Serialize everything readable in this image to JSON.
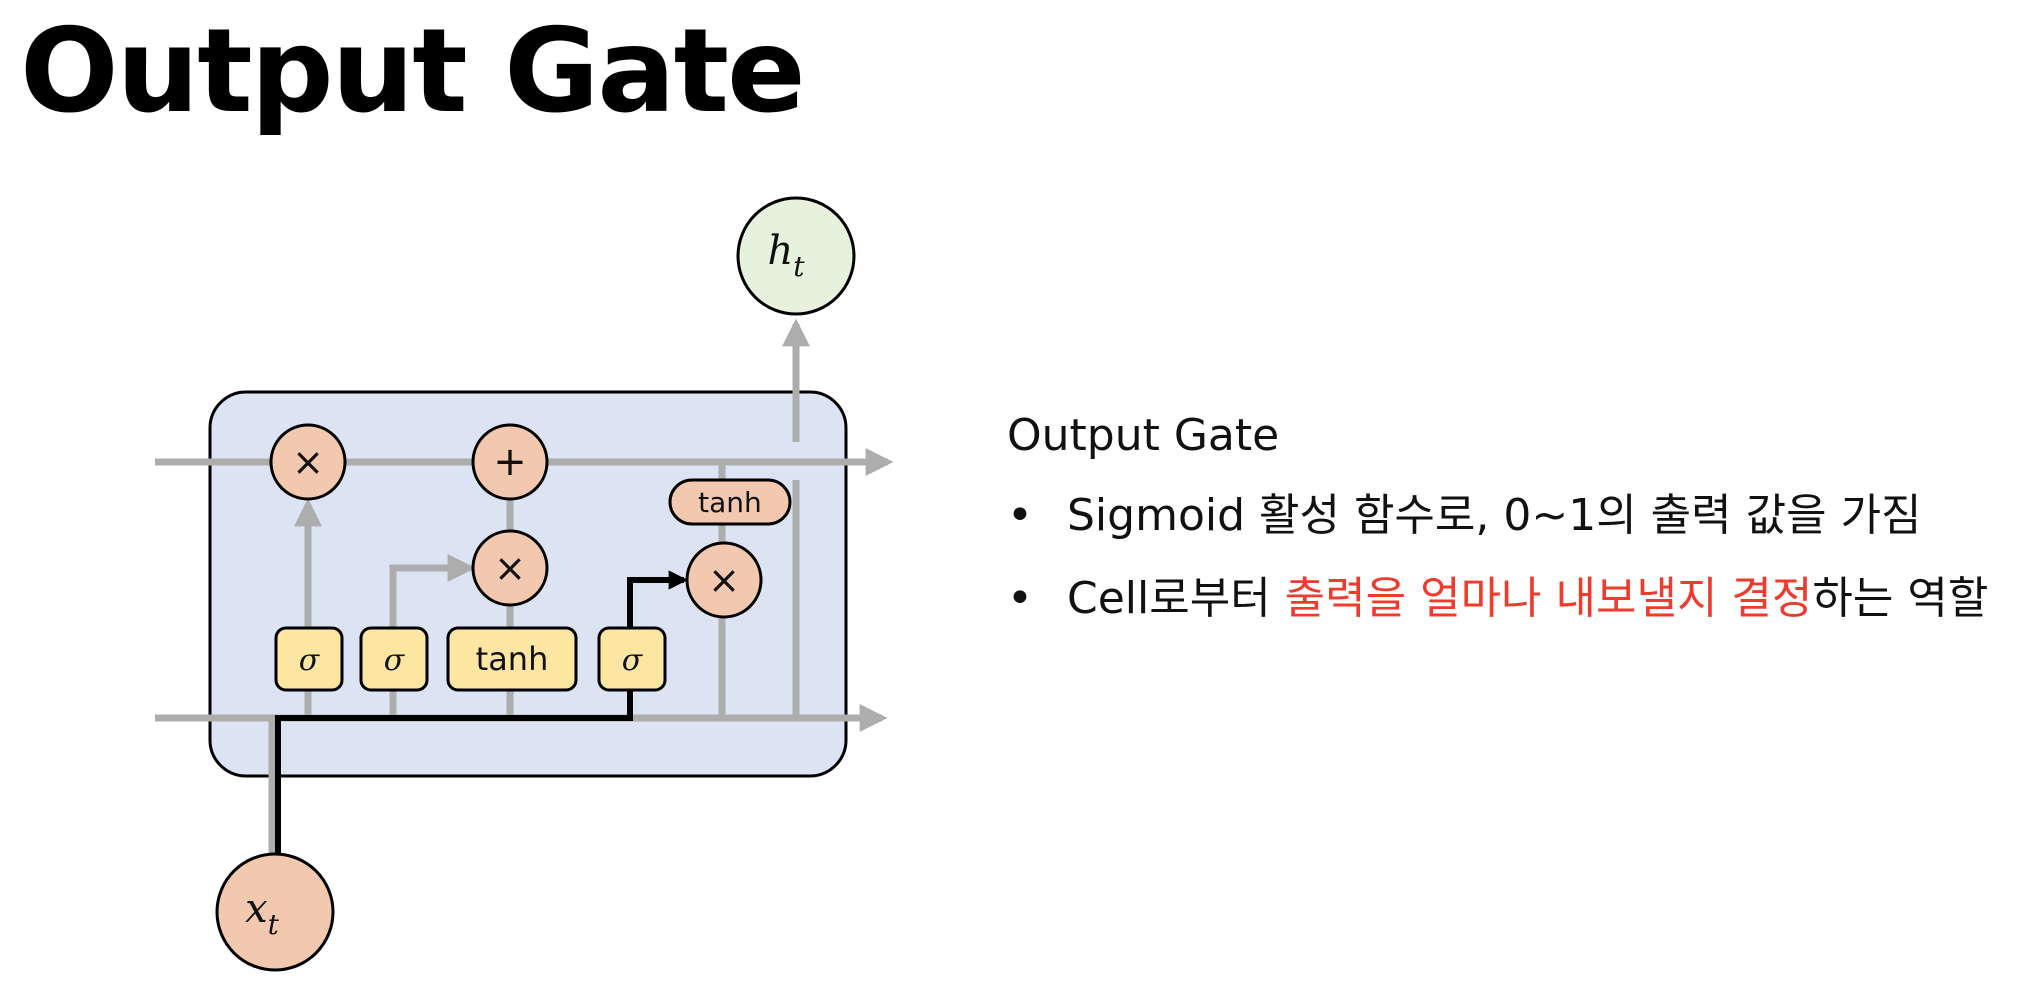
{
  "title": "Output Gate",
  "diagram": {
    "multiply_symbol": "×",
    "add_symbol": "+",
    "sigma_symbol": "σ",
    "tanh_label": "tanh",
    "input_label": "x",
    "input_subscript": "t",
    "output_label": "h",
    "output_subscript": "t",
    "colors": {
      "cell": "#dce3f2",
      "op_node": "#f2c8ae",
      "gate_box": "#fde6a1",
      "output_node": "#e6f1de",
      "line": "#adadad",
      "highlight_path": "#000000"
    }
  },
  "panel": {
    "heading": "Output Gate",
    "bullets": [
      {
        "text": "Sigmoid 활성 함수로, 0~1의 출력 값을 가짐"
      },
      {
        "prefix": "Cell로부터 ",
        "highlight": "출력을 얼마나 내보낼지 결정",
        "suffix": "하는 역할"
      }
    ],
    "highlight_color": "#ee3b2e"
  }
}
